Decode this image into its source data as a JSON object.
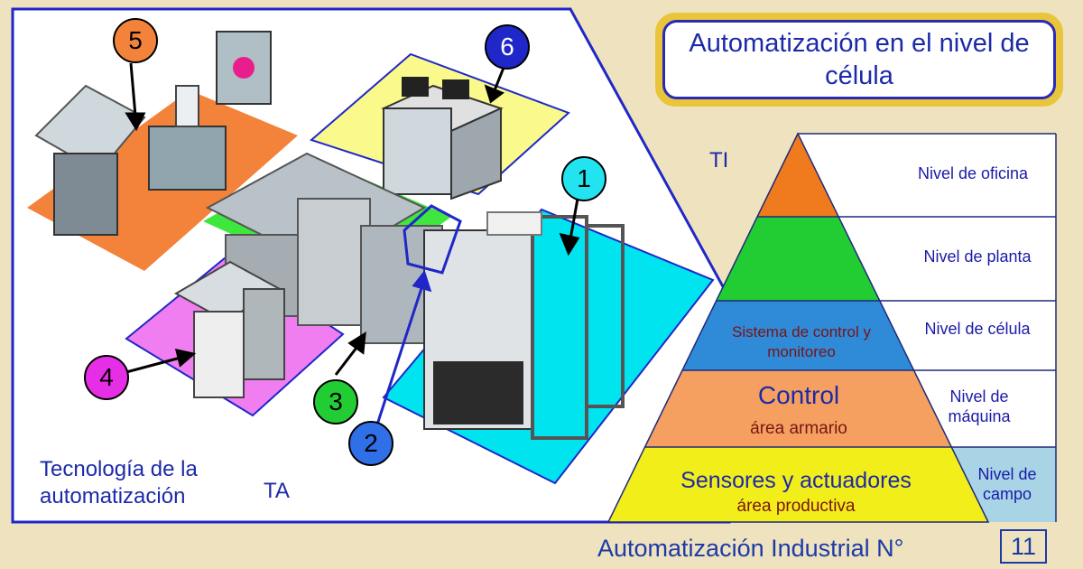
{
  "title": "Automatización en el nivel de célula",
  "label_ti": "TI",
  "label_ta": "TA",
  "tech_label": "Tecnología de la automatización",
  "badges": [
    "1",
    "2",
    "3",
    "4",
    "5",
    "6"
  ],
  "pyramid": {
    "scada_text": "Sistema de control y monitoreo",
    "control_text": "Control",
    "control_sub": "área armario",
    "field_text": "Sensores y actuadores",
    "field_sub": "área productiva",
    "levels": [
      "Nivel de oficina",
      "Nivel de planta",
      "Nivel de célula",
      "Nivel de máquina",
      "Nivel de campo"
    ]
  },
  "footer": {
    "text": "Automatización Industrial N°",
    "number": "11"
  },
  "colors": {
    "office": "#f07a1e",
    "plant": "#22cc33",
    "cell": "#2f8ad8",
    "machine": "#f5a060",
    "field": "#f2ee1a",
    "field_level_bg": "#a8d4e6",
    "zone_cyan": "#00e4f0",
    "zone_yellow": "#fafa8c",
    "zone_orange": "#f3833a",
    "zone_magenta": "#f07ef0",
    "zone_green": "#3ee63e"
  }
}
